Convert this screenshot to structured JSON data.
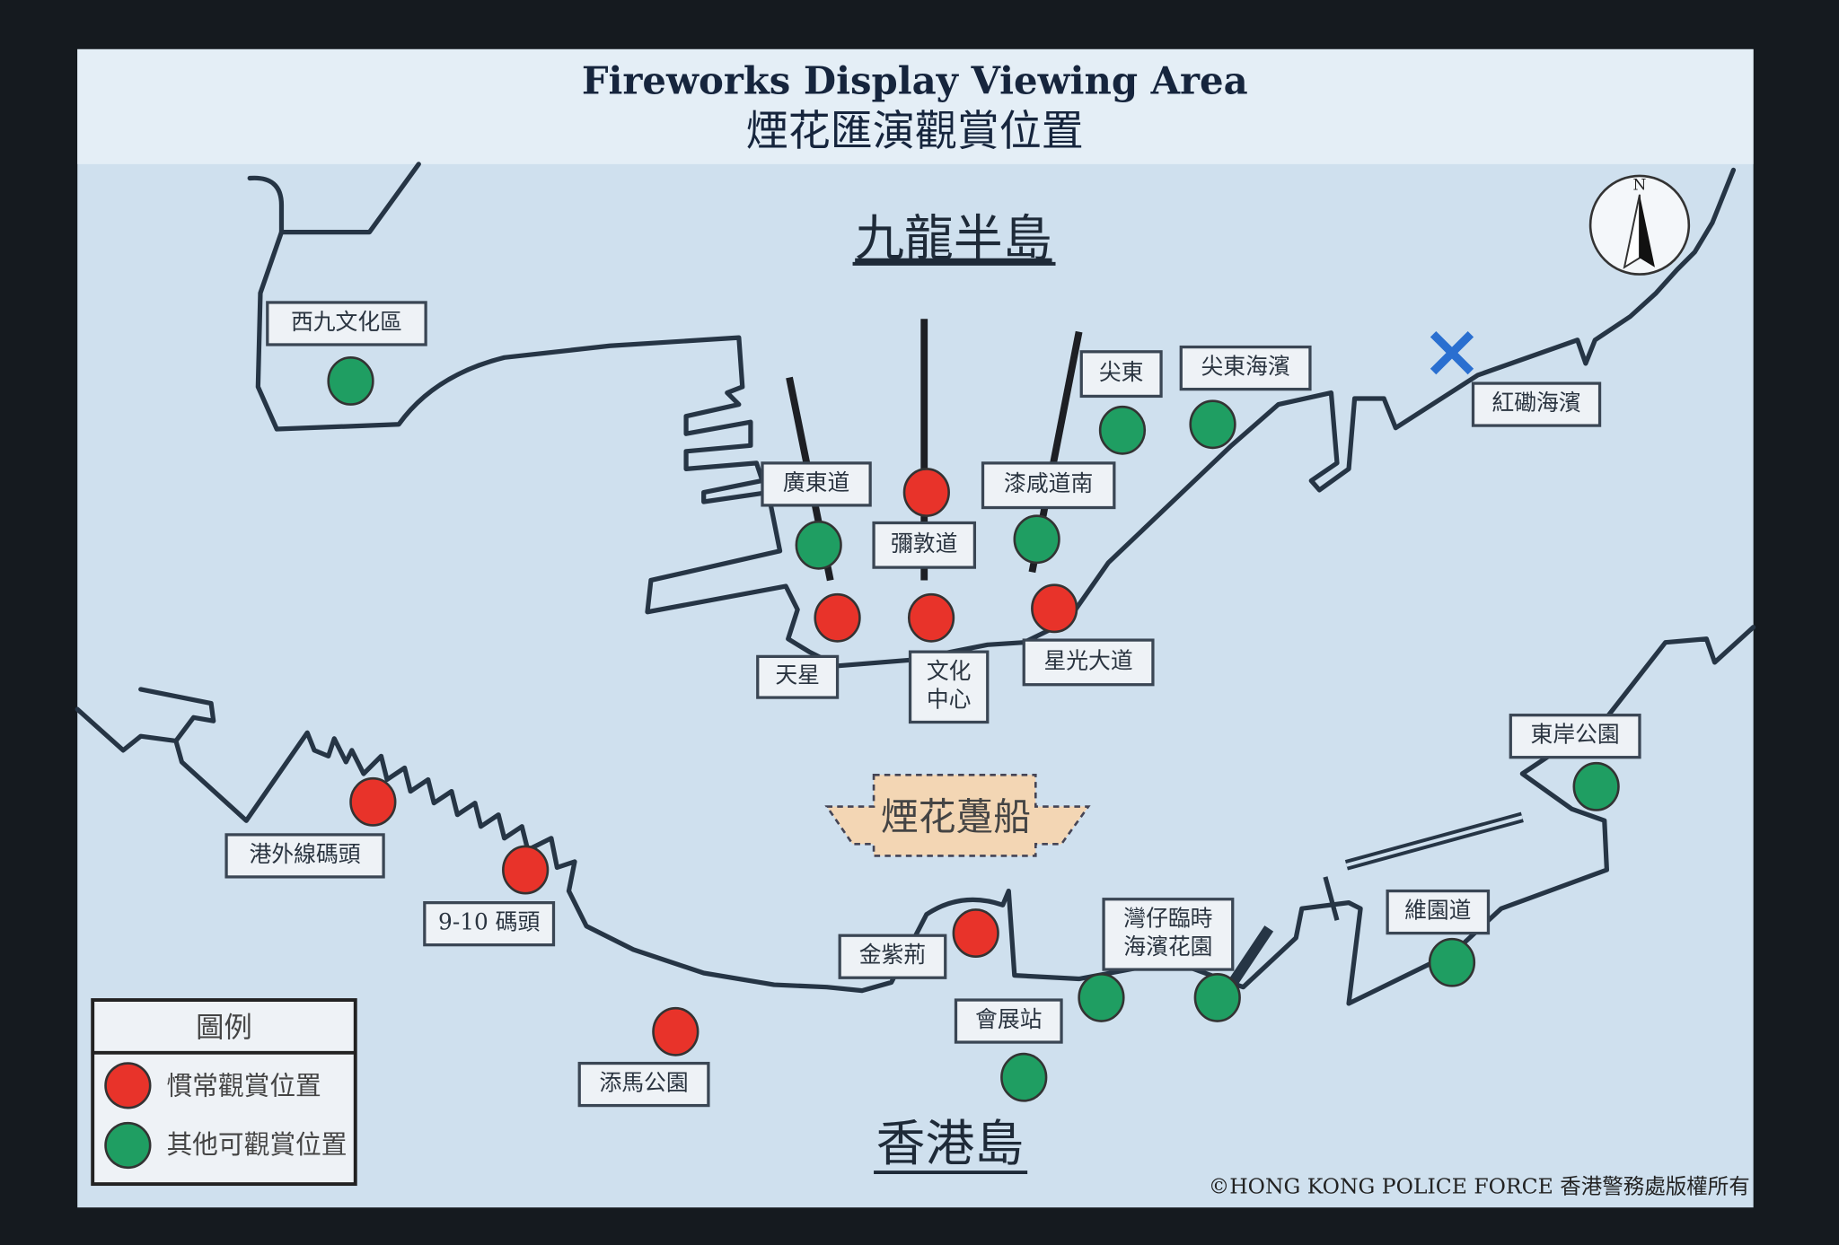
{
  "title": {
    "en": "Fireworks Display Viewing Area",
    "zh": "煙花匯演觀賞位置"
  },
  "regions": {
    "kowloon": "九龍半島",
    "hk_island": "香港島"
  },
  "compass": {
    "label": "N"
  },
  "barge": {
    "label": "煙花躉船",
    "color": "#f3d6b4"
  },
  "launch_marker": {
    "icon": "x-mark-icon",
    "color": "#2a6fd0"
  },
  "colors": {
    "customary": "#e8332a",
    "other": "#1f9e62",
    "water": "#cfe0ee"
  },
  "legend": {
    "title": "圖例",
    "items": [
      {
        "label": "慣常觀賞位置",
        "type": "customary"
      },
      {
        "label": "其他可觀賞位置",
        "type": "other"
      }
    ]
  },
  "locations": [
    {
      "name": "西九文化區",
      "type": "other"
    },
    {
      "name": "尖東",
      "type": "other"
    },
    {
      "name": "尖東海濱",
      "type": "other"
    },
    {
      "name": "紅磡海濱",
      "type": "launch"
    },
    {
      "name": "廣東道",
      "type": "other"
    },
    {
      "name": "彌敦道",
      "type": "customary"
    },
    {
      "name": "漆咸道南",
      "type": "other"
    },
    {
      "name": "天星",
      "type": "customary"
    },
    {
      "name": "文化\n中心",
      "type": "customary"
    },
    {
      "name": "星光大道",
      "type": "customary"
    },
    {
      "name": "東岸公園",
      "type": "other"
    },
    {
      "name": "港外線碼頭",
      "type": "customary"
    },
    {
      "name": "9-10 碼頭",
      "type": "customary"
    },
    {
      "name": "金紫荊",
      "type": "customary"
    },
    {
      "name": "灣仔臨時\n海濱花園",
      "type": "other"
    },
    {
      "name": "維園道",
      "type": "other"
    },
    {
      "name": "會展站",
      "type": "other"
    },
    {
      "name": "添馬公園",
      "type": "customary"
    }
  ],
  "copyright": "©HONG KONG POLICE FORCE  香港警務處版權所有"
}
